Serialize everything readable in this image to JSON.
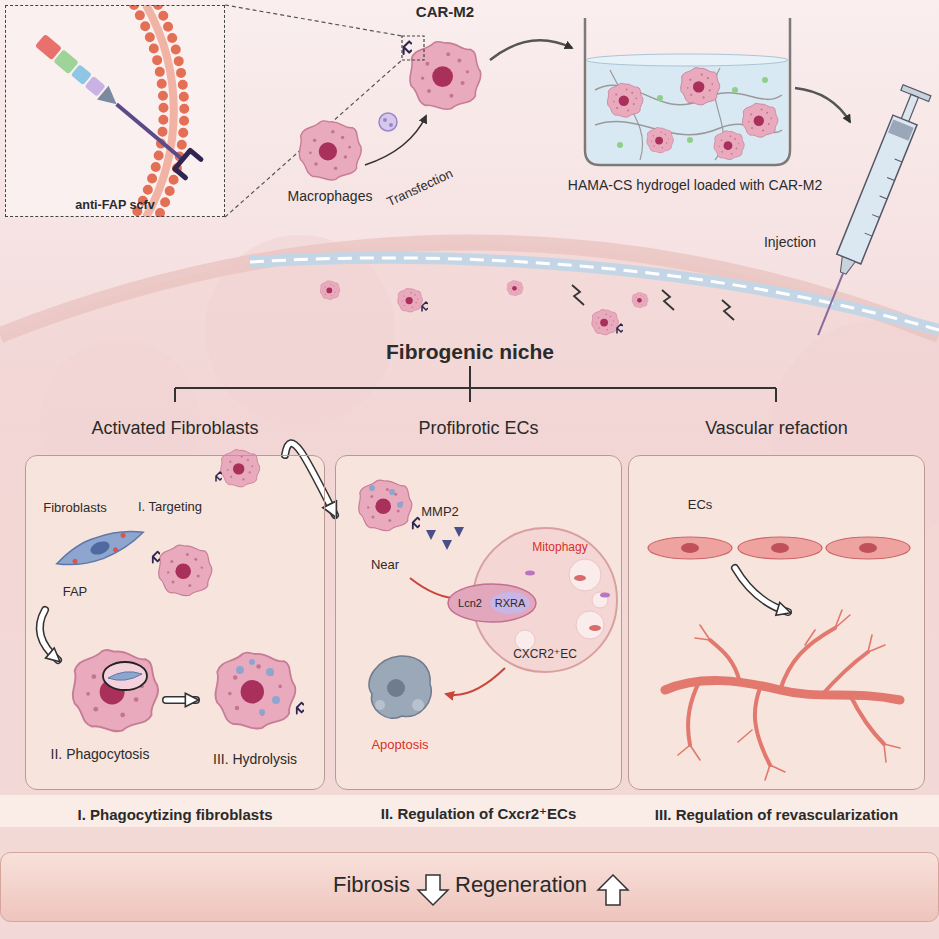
{
  "diagram": {
    "nodes": [
      {
        "text": [
          "anti-FAP scfv"
        ]
      },
      {
        "text": [
          "Activated Fibroblasts",
          "I. Phagocytizing fibroblasts"
        ]
      },
      {
        "text": [
          "Profibrotic ECs",
          "II. Regulation of Cxcr2⁺ECs"
        ]
      },
      {
        "text": [
          "Vascular refaction",
          "III. Regulation of revascularization"
        ]
      },
      {
        "text": [
          "Fibrosis",
          "Regeneration"
        ]
      }
    ],
    "edges": [
      {
        "from": 1,
        "to": 2,
        "arrow": "to"
      }
    ],
    "labels": [
      "CAR-M2",
      "Macrophages",
      "Transfection",
      "HAMA-CS hydrogel loaded with CAR-M2",
      "Injection",
      "Fibrogenic niche",
      "Fibroblasts",
      "I. Targeting",
      "FAP",
      "II. Phagocytosis",
      "III. Hydrolysis",
      "MMP2",
      "Near",
      "Mitophagy",
      "Lcn2",
      "RXRA",
      "CXCR2⁺EC",
      "Apoptosis",
      "ECs"
    ]
  }
}
